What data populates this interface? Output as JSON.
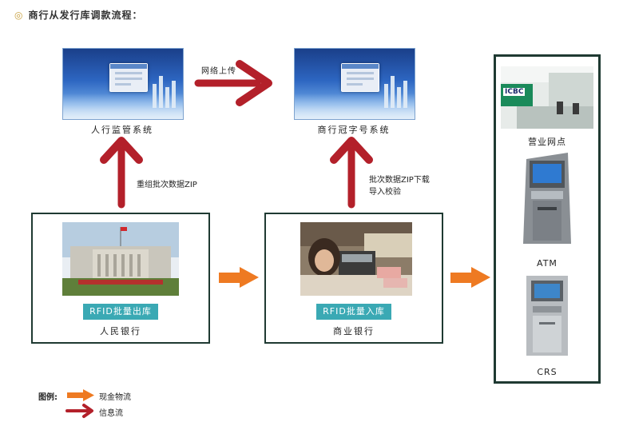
{
  "title": "商行从发行库调款流程：",
  "systems": {
    "pboc_system_label": "人行监管系统",
    "bank_system_label": "商行冠字号系统",
    "network_upload": "网络上传"
  },
  "upward_flows": {
    "left": "重组批次数据ZIP",
    "right_line1": "批次数据ZIP下载",
    "right_line2": "导入校验"
  },
  "banks": {
    "central": {
      "rfid": "RFID批量出库",
      "label": "人民银行"
    },
    "commercial": {
      "rfid": "RFID批量入库",
      "label": "商业银行"
    }
  },
  "outlets": [
    "营业网点",
    "ATM",
    "CRS"
  ],
  "branch_sign": "ICBC",
  "legend": {
    "title": "图例:",
    "cash": "现金物流",
    "info": "信息流"
  },
  "colors": {
    "info_arrow": "#b3202a",
    "cash_arrow": "#ee7a22",
    "rfid_badge": "#3aa9b4",
    "box_border": "#1f3a32"
  }
}
